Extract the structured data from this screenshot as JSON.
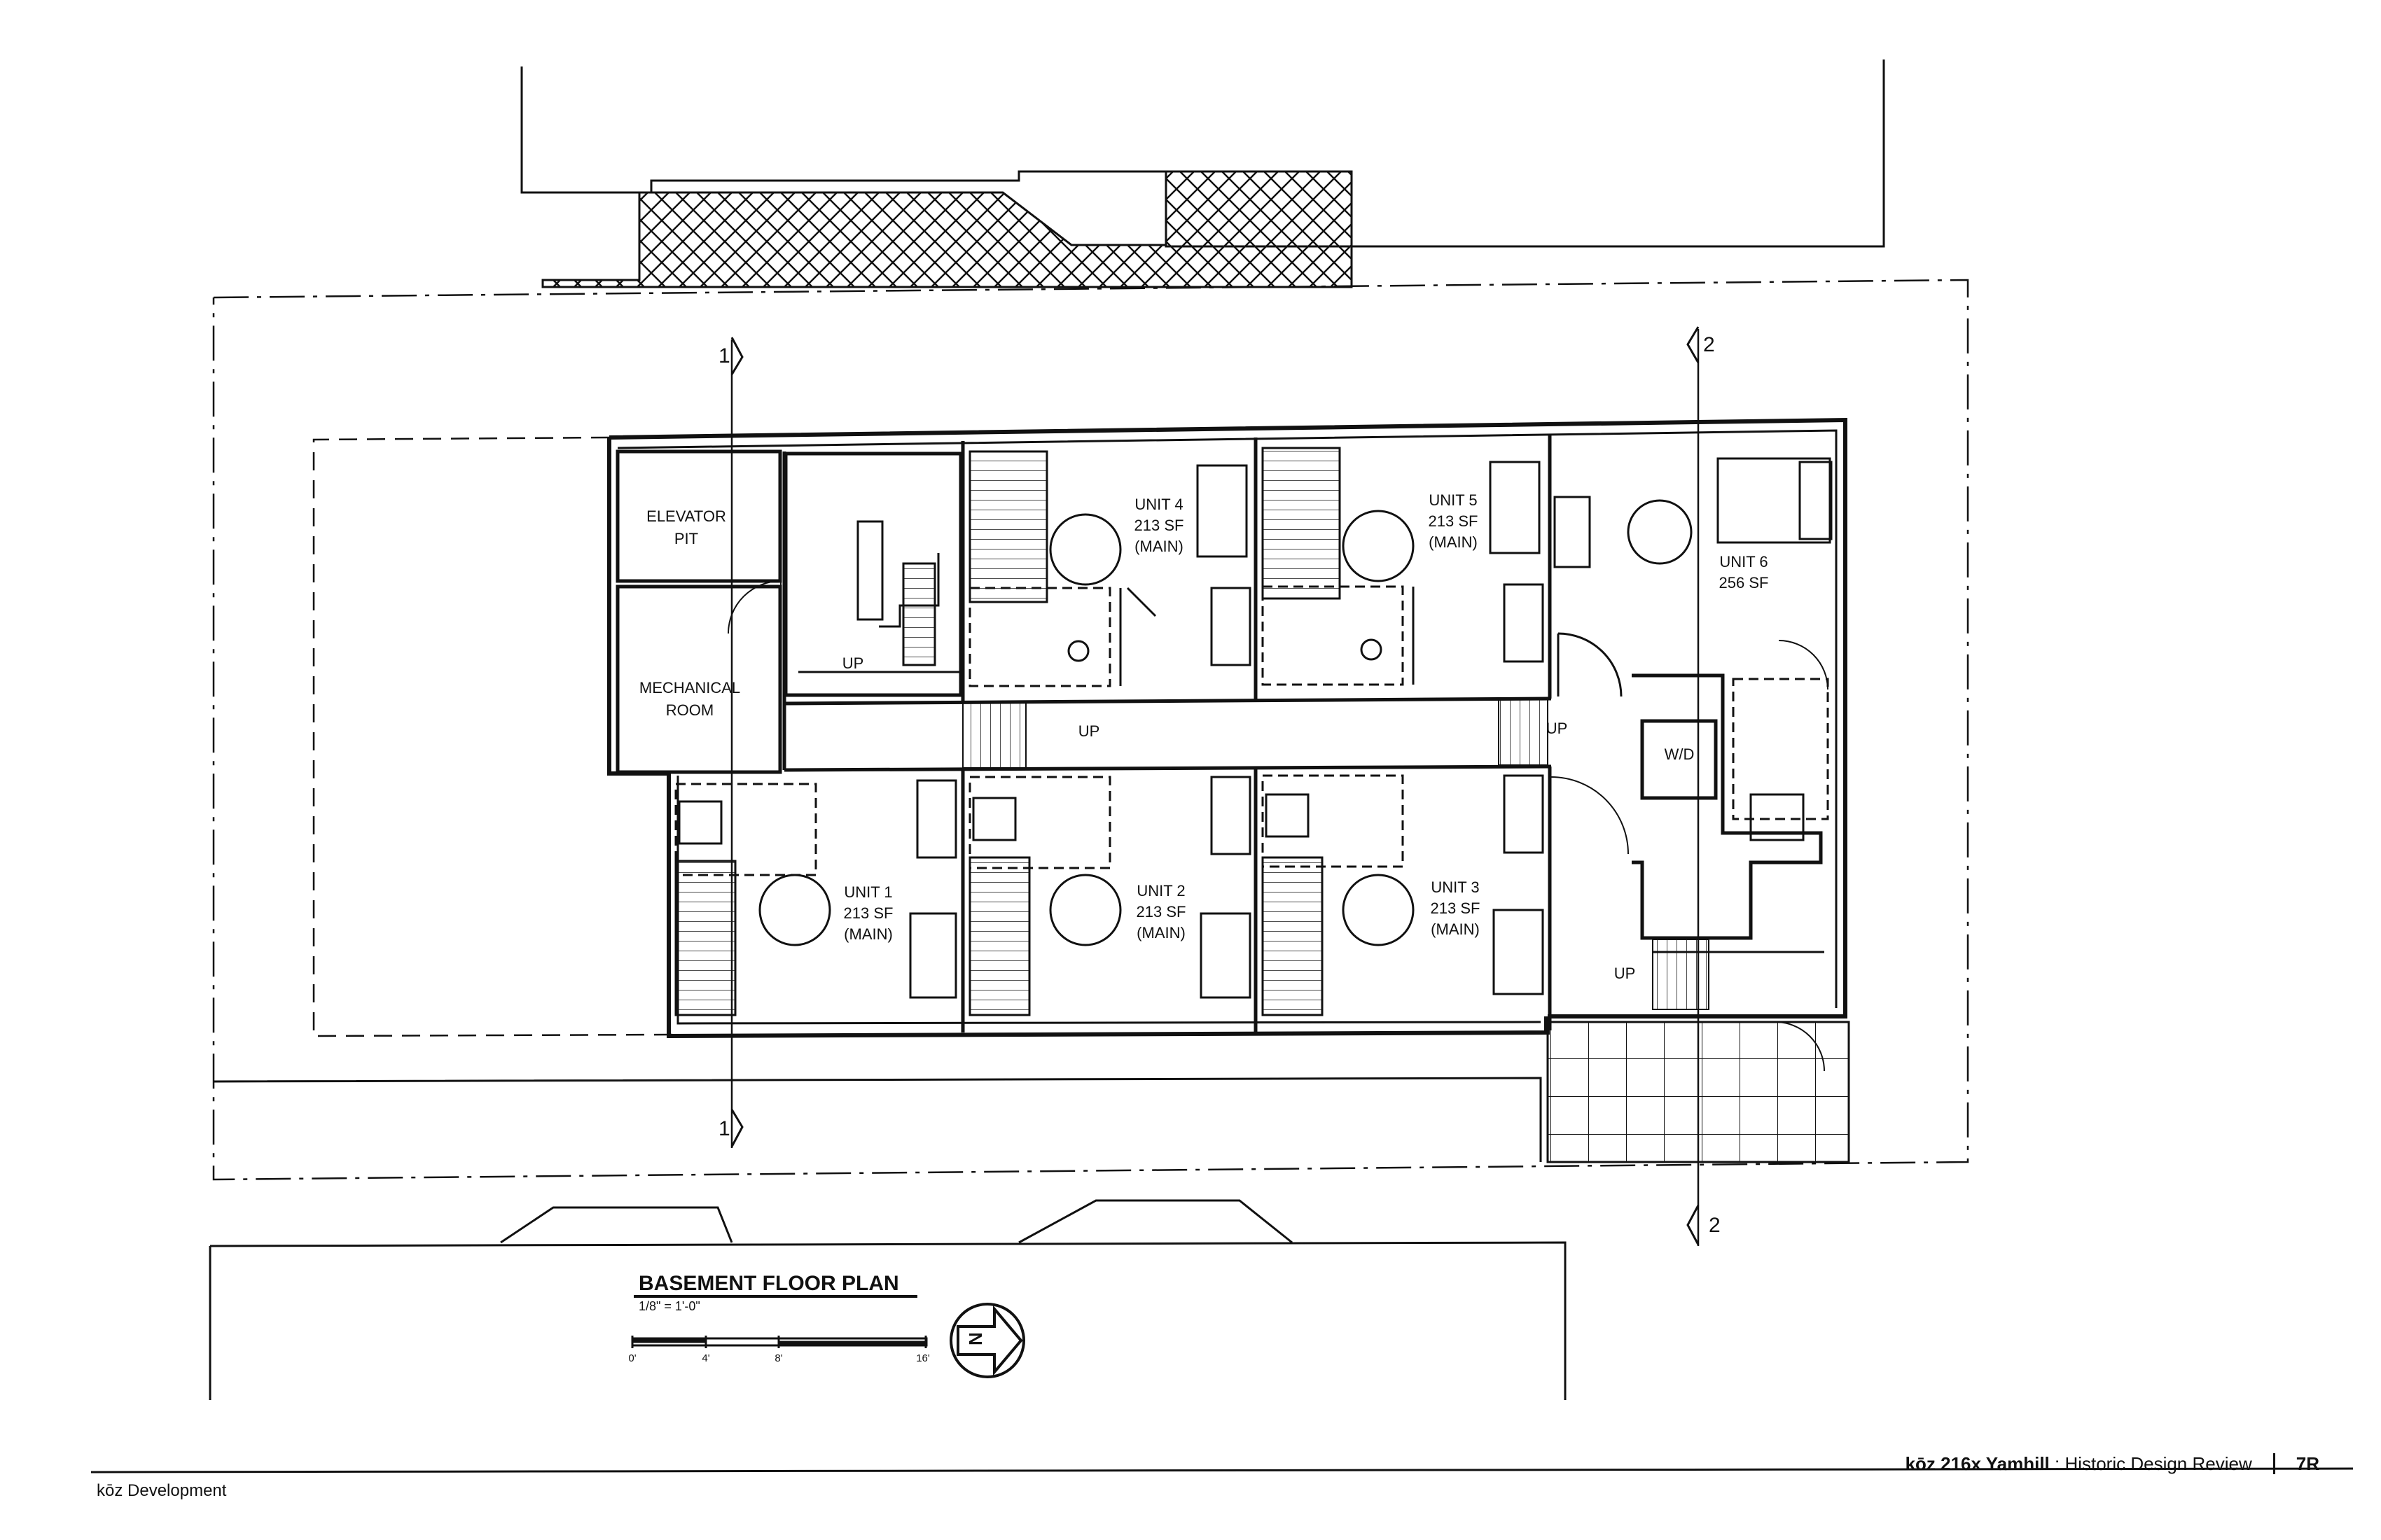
{
  "plan": {
    "title": "BASEMENT FLOOR PLAN",
    "scale_text": "1/8\" = 1'-0\"",
    "scale_bar_labels": [
      "0'",
      "4'",
      "8'",
      "16'"
    ],
    "north_label": "N",
    "rooms": {
      "elevator": [
        "ELEVATOR",
        "PIT"
      ],
      "mechanical": [
        "MECHANICAL",
        "ROOM"
      ],
      "wd": "W/D",
      "up": "UP"
    },
    "units": [
      {
        "id": "unit-4",
        "lines": [
          "UNIT 4",
          "213 SF",
          "(MAIN)"
        ]
      },
      {
        "id": "unit-5",
        "lines": [
          "UNIT 5",
          "213 SF",
          "(MAIN)"
        ]
      },
      {
        "id": "unit-6",
        "lines": [
          "UNIT 6",
          "256 SF"
        ]
      },
      {
        "id": "unit-1",
        "lines": [
          "UNIT 1",
          "213 SF",
          "(MAIN)"
        ]
      },
      {
        "id": "unit-2",
        "lines": [
          "UNIT 2",
          "213 SF",
          "(MAIN)"
        ]
      },
      {
        "id": "unit-3",
        "lines": [
          "UNIT 3",
          "213 SF",
          "(MAIN)"
        ]
      }
    ],
    "section_markers": [
      "1",
      "1",
      "2",
      "2"
    ]
  },
  "footer": {
    "company": "kōz Development",
    "project": "kōz 216x Yamhill",
    "separator": " : ",
    "subtitle": "Historic Design Review",
    "page": "7R"
  }
}
